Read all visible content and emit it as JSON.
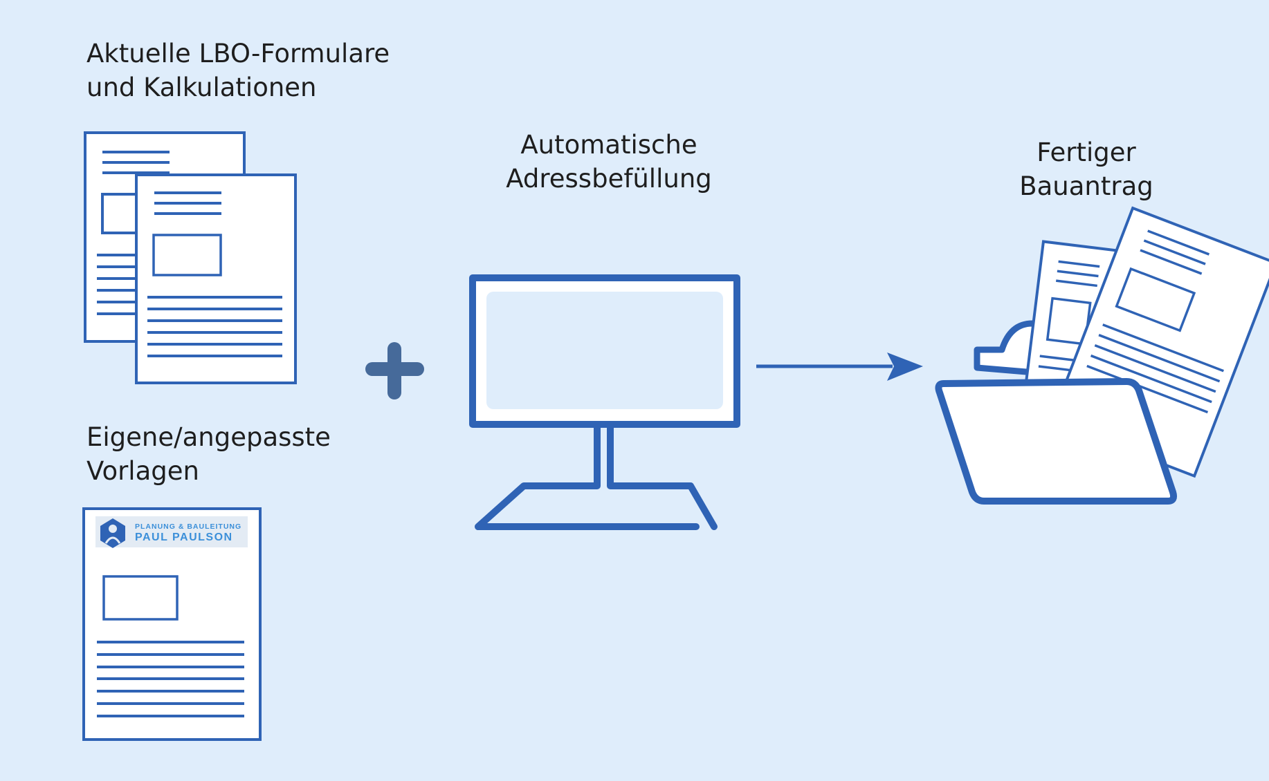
{
  "labels": {
    "lbo_forms": [
      "Aktuelle LBO-Formulare",
      "und Kalkulationen"
    ],
    "own_templates": [
      "Eigene/angepasste",
      "Vorlagen"
    ],
    "auto_fill": [
      "Automatische",
      "Adressbefüllung"
    ],
    "finished": [
      "Fertiger",
      "Bauantrag"
    ]
  },
  "logo": {
    "line1": "PLANUNG & BAULEITUNG",
    "line2": "PAUL PAULSON"
  },
  "colors": {
    "background": "#dfedfb",
    "stroke": "#2f63b5",
    "plus": "#466a9a",
    "logo_text": "#3b8fd9"
  },
  "icons": [
    "documents-icon",
    "template-document-icon",
    "plus-icon",
    "monitor-icon",
    "arrow-right-icon",
    "folder-with-documents-icon"
  ]
}
